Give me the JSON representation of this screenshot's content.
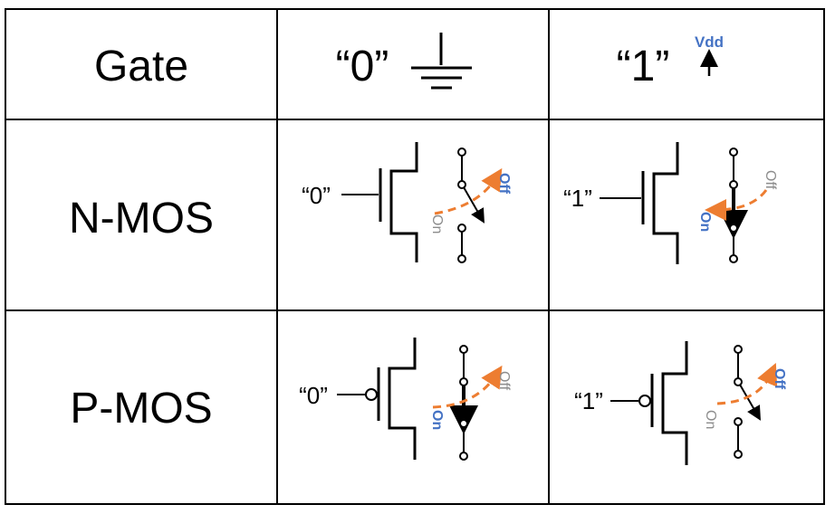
{
  "header": {
    "gate_label": "Gate",
    "zero_label": "“0”",
    "one_label": "“1”",
    "vdd_label": "Vdd"
  },
  "rows": {
    "nmos": {
      "label": "N-MOS",
      "zero": {
        "gate_input": "“0”",
        "on_label": "On",
        "off_label": "Off",
        "state": "Off"
      },
      "one": {
        "gate_input": "“1”",
        "on_label": "On",
        "off_label": "Off",
        "state": "On"
      }
    },
    "pmos": {
      "label": "P-MOS",
      "zero": {
        "gate_input": "“0”",
        "on_label": "On",
        "off_label": "Off",
        "state": "On"
      },
      "one": {
        "gate_input": "“1”",
        "on_label": "On",
        "off_label": "Off",
        "state": "Off"
      }
    }
  },
  "colors": {
    "active_label": "#4472c4",
    "inactive_label": "#8c8c8c",
    "arrow": "#ed7d31"
  },
  "icons": [
    "ground-icon",
    "vdd-arrow-icon",
    "switch-icon",
    "arrow-icon"
  ]
}
